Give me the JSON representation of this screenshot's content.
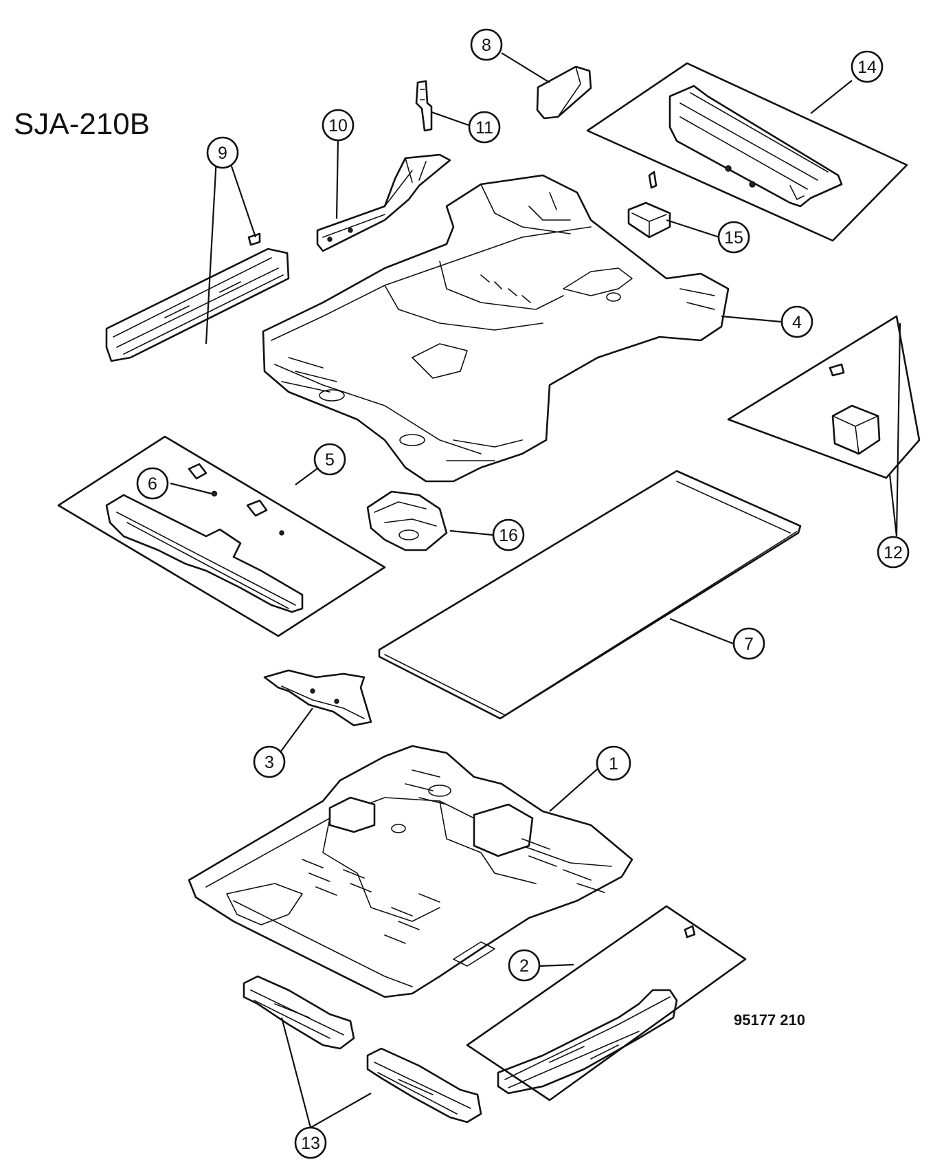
{
  "diagram_id": "SJA-210B",
  "drawing_number": "95177 210",
  "callouts": [
    "1",
    "2",
    "3",
    "4",
    "5",
    "6",
    "7",
    "8",
    "9",
    "10",
    "11",
    "12",
    "13",
    "14",
    "15",
    "16"
  ]
}
